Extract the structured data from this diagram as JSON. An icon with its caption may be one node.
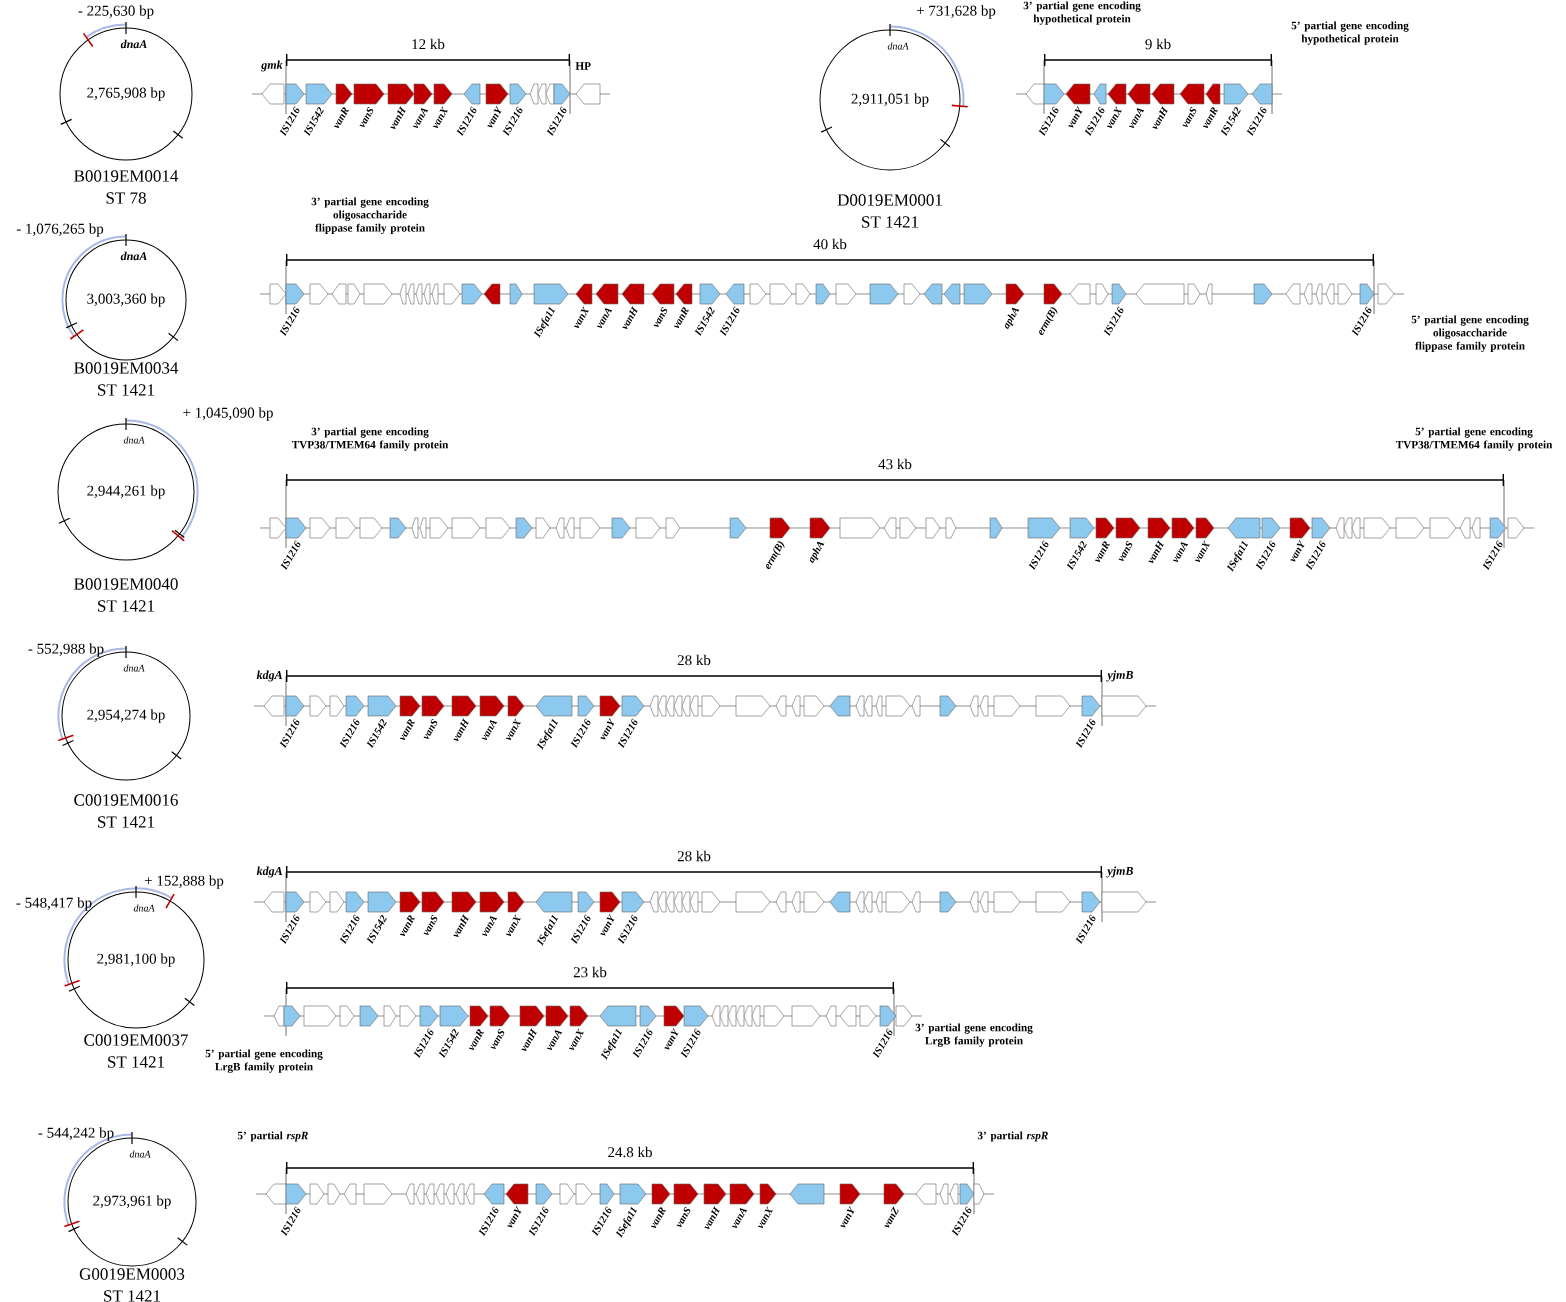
{
  "diagram": {
    "nodes": [
      {
        "text": [
          "dnaA",
          "2,765,908 bp",
          "B0019EM0014",
          "ST 78"
        ],
        "beside": [
          "- 225,630 bp"
        ]
      },
      {
        "text": [
          "IS1216",
          "IS1542",
          "vanR",
          "vanS",
          "vanH",
          "vanA",
          "vanX",
          "IS1216",
          "vanY",
          "IS1216",
          "IS1216",
          "gmk",
          "HP"
        ],
        "beside": [
          "12 kb"
        ]
      },
      {
        "text": [
          "dnaA",
          "2,911,051 bp",
          "D0019EM0001",
          "ST 1421"
        ],
        "beside": [
          "+ 731,628 bp"
        ]
      },
      {
        "text": [
          "IS1216",
          "vanY",
          "IS1216",
          "vanX",
          "vanA",
          "vanH",
          "vanS",
          "vanR",
          "IS1542",
          "IS1216"
        ],
        "beside": [
          "3’ partial gene encoding hypothetical protein",
          "9 kb",
          "5’ partial gene encoding hypothetical protein"
        ]
      },
      {
        "text": [
          "dnaA",
          "3,003,360 bp",
          "B0019EM0034",
          "ST 1421"
        ],
        "beside": [
          "- 1,076,265 bp"
        ]
      },
      {
        "text": [
          "IS1216",
          "ISefa11",
          "vanX",
          "vanA",
          "vanH",
          "vanS",
          "vanR",
          "IS1542",
          "IS1216",
          "aphA",
          "erm(B)",
          "IS1216",
          "IS1216"
        ],
        "beside": [
          "3’ partial gene encoding oligosaccharide flippase family protein",
          "40 kb",
          "5’ partial gene encoding oligosaccharide flippase family protein"
        ]
      },
      {
        "text": [
          "dnaA",
          "2,944,261 bp",
          "B0019EM0040",
          "ST 1421"
        ],
        "beside": [
          "+ 1,045,090 bp"
        ]
      },
      {
        "text": [
          "IS1216",
          "erm(B)",
          "aphA",
          "IS1216",
          "IS1542",
          "vanR",
          "vanS",
          "vanH",
          "vanA",
          "vanX",
          "ISefa11",
          "IS1216",
          "vanY",
          "IS1216",
          "IS1216"
        ],
        "beside": [
          "3’ partial gene encoding TVP38/TMEM64 family protein",
          "43 kb",
          "5’ partial gene encoding TVP38/TMEM64 family protein"
        ]
      },
      {
        "text": [
          "dnaA",
          "2,954,274 bp",
          "C0019EM0016",
          "ST 1421"
        ],
        "beside": [
          "- 552,988 bp"
        ]
      },
      {
        "text": [
          "IS1216",
          "IS1216",
          "IS1542",
          "vanR",
          "vanS",
          "vanH",
          "vanA",
          "vanX",
          "ISefa11",
          "IS1216",
          "vanY",
          "IS1216",
          "IS1216",
          "kdgA",
          "yjmB"
        ],
        "beside": [
          "28 kb"
        ]
      },
      {
        "text": [
          "dnaA",
          "2,981,100 bp",
          "C0019EM0037",
          "ST 1421"
        ],
        "beside": [
          "- 548,417 bp",
          "+ 152,888 bp"
        ]
      },
      {
        "text": [
          "IS1216",
          "IS1216",
          "IS1542",
          "vanR",
          "vanS",
          "vanH",
          "vanA",
          "vanX",
          "ISefa11",
          "IS1216",
          "vanY",
          "IS1216",
          "IS1216",
          "kdgA",
          "yjmB"
        ],
        "beside": [
          "28 kb"
        ]
      },
      {
        "text": [
          "IS1216",
          "IS1542",
          "vanR",
          "vanS",
          "vanH",
          "vanA",
          "vanX",
          "ISefa11",
          "IS1216",
          "vanY",
          "IS1216",
          "IS1216"
        ],
        "beside": [
          "23 kb",
          "5’ partial gene encoding LrgB family protein",
          "3’ partial gene encoding LrgB family protein"
        ]
      },
      {
        "text": [
          "dnaA",
          "2,973,961 bp",
          "G0019EM0003",
          "ST 1421"
        ],
        "beside": [
          "- 544,242 bp"
        ]
      },
      {
        "text": [
          "IS1216",
          "IS1216",
          "vanY",
          "IS1216",
          "IS1216",
          "ISefa11",
          "vanR",
          "vanS",
          "vanH",
          "vanA",
          "vanX",
          "vanY",
          "vanZ",
          "IS1216"
        ],
        "beside": [
          "5’ partial *rspR*",
          "24.8 kb",
          "3’ partial *rspR*"
        ]
      }
    ]
  }
}
